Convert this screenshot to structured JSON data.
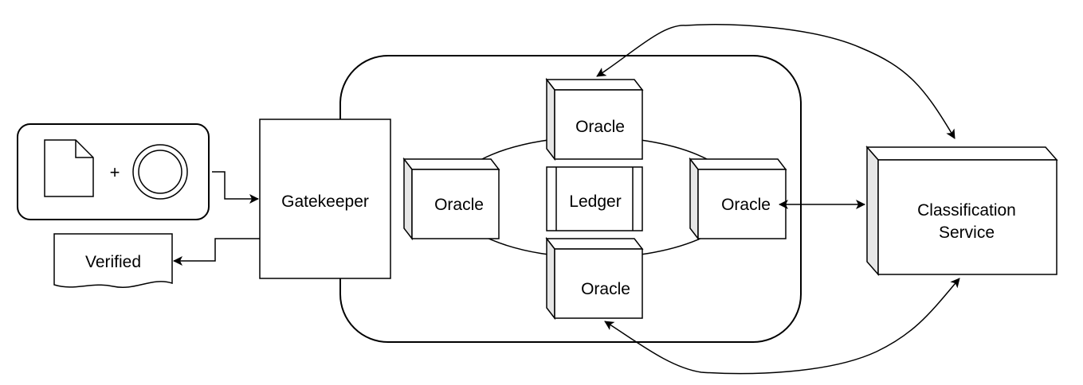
{
  "nodes": {
    "gatekeeper": {
      "label": "Gatekeeper"
    },
    "verified": {
      "label": "Verified"
    },
    "oracle_top": {
      "label": "Oracle"
    },
    "oracle_left": {
      "label": "Oracle"
    },
    "oracle_right": {
      "label": "Oracle"
    },
    "oracle_bottom": {
      "label": "Oracle"
    },
    "ledger": {
      "label": "Ledger"
    },
    "classification": {
      "label_line1": "Classification",
      "label_line2": "Service"
    },
    "input_group": {
      "plus": "+"
    }
  },
  "icons": {
    "document": "document-icon",
    "circle": "double-circle-icon"
  },
  "colors": {
    "stroke": "#000000",
    "fill": "#ffffff",
    "shade": "#e6e6e6"
  },
  "edges": [
    {
      "from": "input_group",
      "to": "gatekeeper",
      "style": "orthogonal-arrow"
    },
    {
      "from": "gatekeeper",
      "to": "verified",
      "style": "orthogonal-arrow"
    },
    {
      "from": "oracle_right",
      "to": "classification",
      "style": "bidirectional-arrow"
    },
    {
      "from": "oracle_top",
      "to": "classification",
      "style": "curved-bidirectional-arrow"
    },
    {
      "from": "oracle_bottom",
      "to": "classification",
      "style": "curved-bidirectional-arrow"
    }
  ]
}
